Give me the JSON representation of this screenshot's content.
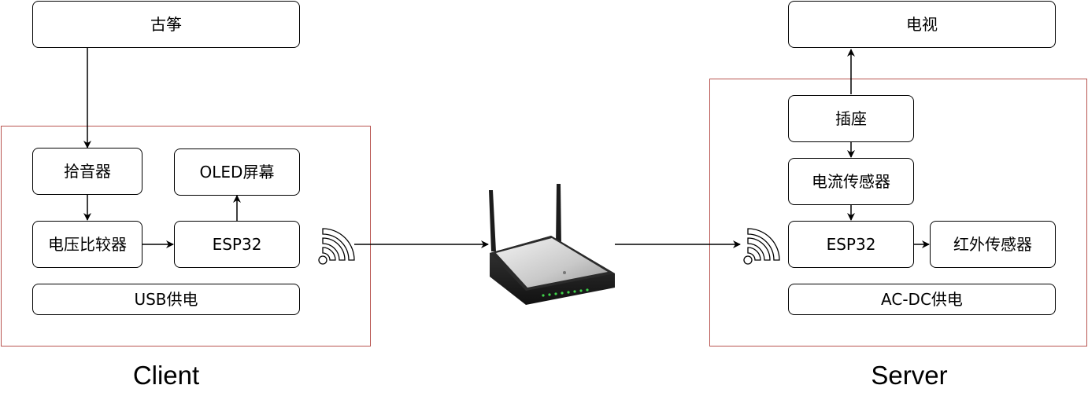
{
  "client": {
    "caption": "Client",
    "guzheng": "古筝",
    "pickup": "拾音器",
    "oled": "OLED屏幕",
    "comparator": "电压比较器",
    "esp32": "ESP32",
    "power": "USB供电"
  },
  "server": {
    "caption": "Server",
    "tv": "电视",
    "socket": "插座",
    "current_sensor": "电流传感器",
    "esp32": "ESP32",
    "ir_sensor": "红外传感器",
    "power": "AC-DC供电"
  },
  "icons": {
    "wifi": "wifi-icon",
    "router": "router-icon"
  },
  "colors": {
    "frame": "#b85450",
    "stroke": "#000000",
    "router_led": "#3fd24a"
  }
}
